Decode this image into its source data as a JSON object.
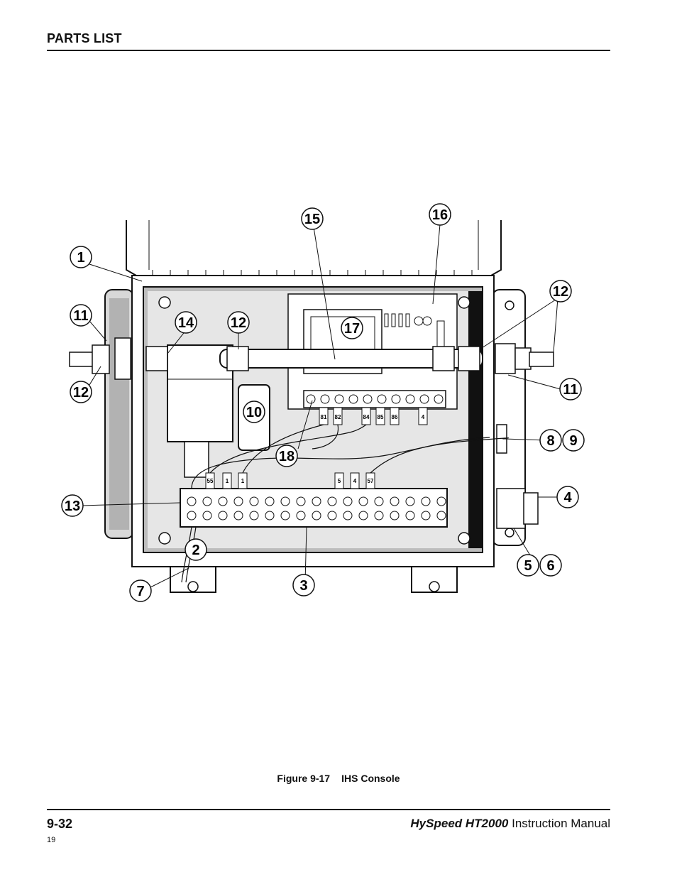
{
  "header": {
    "section_title": "PARTS LIST"
  },
  "figure": {
    "caption_number": "Figure 9-17",
    "caption_title": "IHS Console",
    "callouts": [
      "1",
      "2",
      "3",
      "4",
      "5",
      "6",
      "7",
      "8",
      "9",
      "10",
      "11",
      "11",
      "12",
      "12",
      "12",
      "13",
      "14",
      "15",
      "16",
      "17",
      "18"
    ],
    "terminal_labels_upper": [
      "81",
      "82",
      "84",
      "85",
      "86",
      "4"
    ],
    "terminal_labels_lower": [
      "55",
      "1",
      "1",
      "5",
      "4",
      "57"
    ]
  },
  "footer": {
    "page_number": "9-32",
    "page_code": "19",
    "brand": "HySpeed HT2000",
    "manual": "Instruction Manual"
  }
}
